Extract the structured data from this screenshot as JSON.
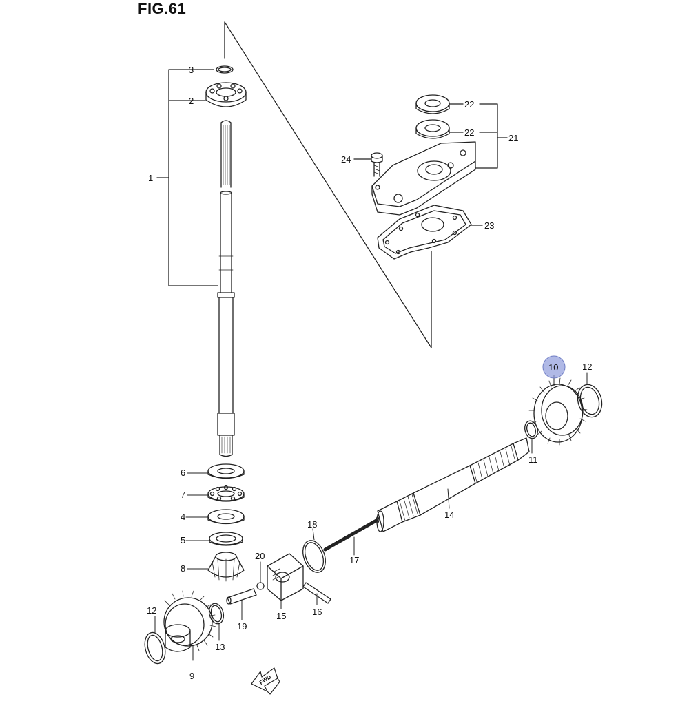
{
  "figure": {
    "title": "FIG.61"
  },
  "parts": [
    {
      "num": "1"
    },
    {
      "num": "2"
    },
    {
      "num": "3"
    },
    {
      "num": "4"
    },
    {
      "num": "5"
    },
    {
      "num": "6"
    },
    {
      "num": "7"
    },
    {
      "num": "8"
    },
    {
      "num": "9"
    },
    {
      "num": "10",
      "highlighted": true
    },
    {
      "num": "11"
    },
    {
      "num": "12"
    },
    {
      "num": "12"
    },
    {
      "num": "13"
    },
    {
      "num": "14"
    },
    {
      "num": "15"
    },
    {
      "num": "16"
    },
    {
      "num": "17"
    },
    {
      "num": "18"
    },
    {
      "num": "19"
    },
    {
      "num": "20"
    },
    {
      "num": "21"
    },
    {
      "num": "22"
    },
    {
      "num": "22"
    },
    {
      "num": "23"
    },
    {
      "num": "24"
    }
  ],
  "fwd_arrow": {
    "label": "FWD"
  },
  "colors": {
    "highlight": "#8f9bdc",
    "line": "#222222"
  }
}
